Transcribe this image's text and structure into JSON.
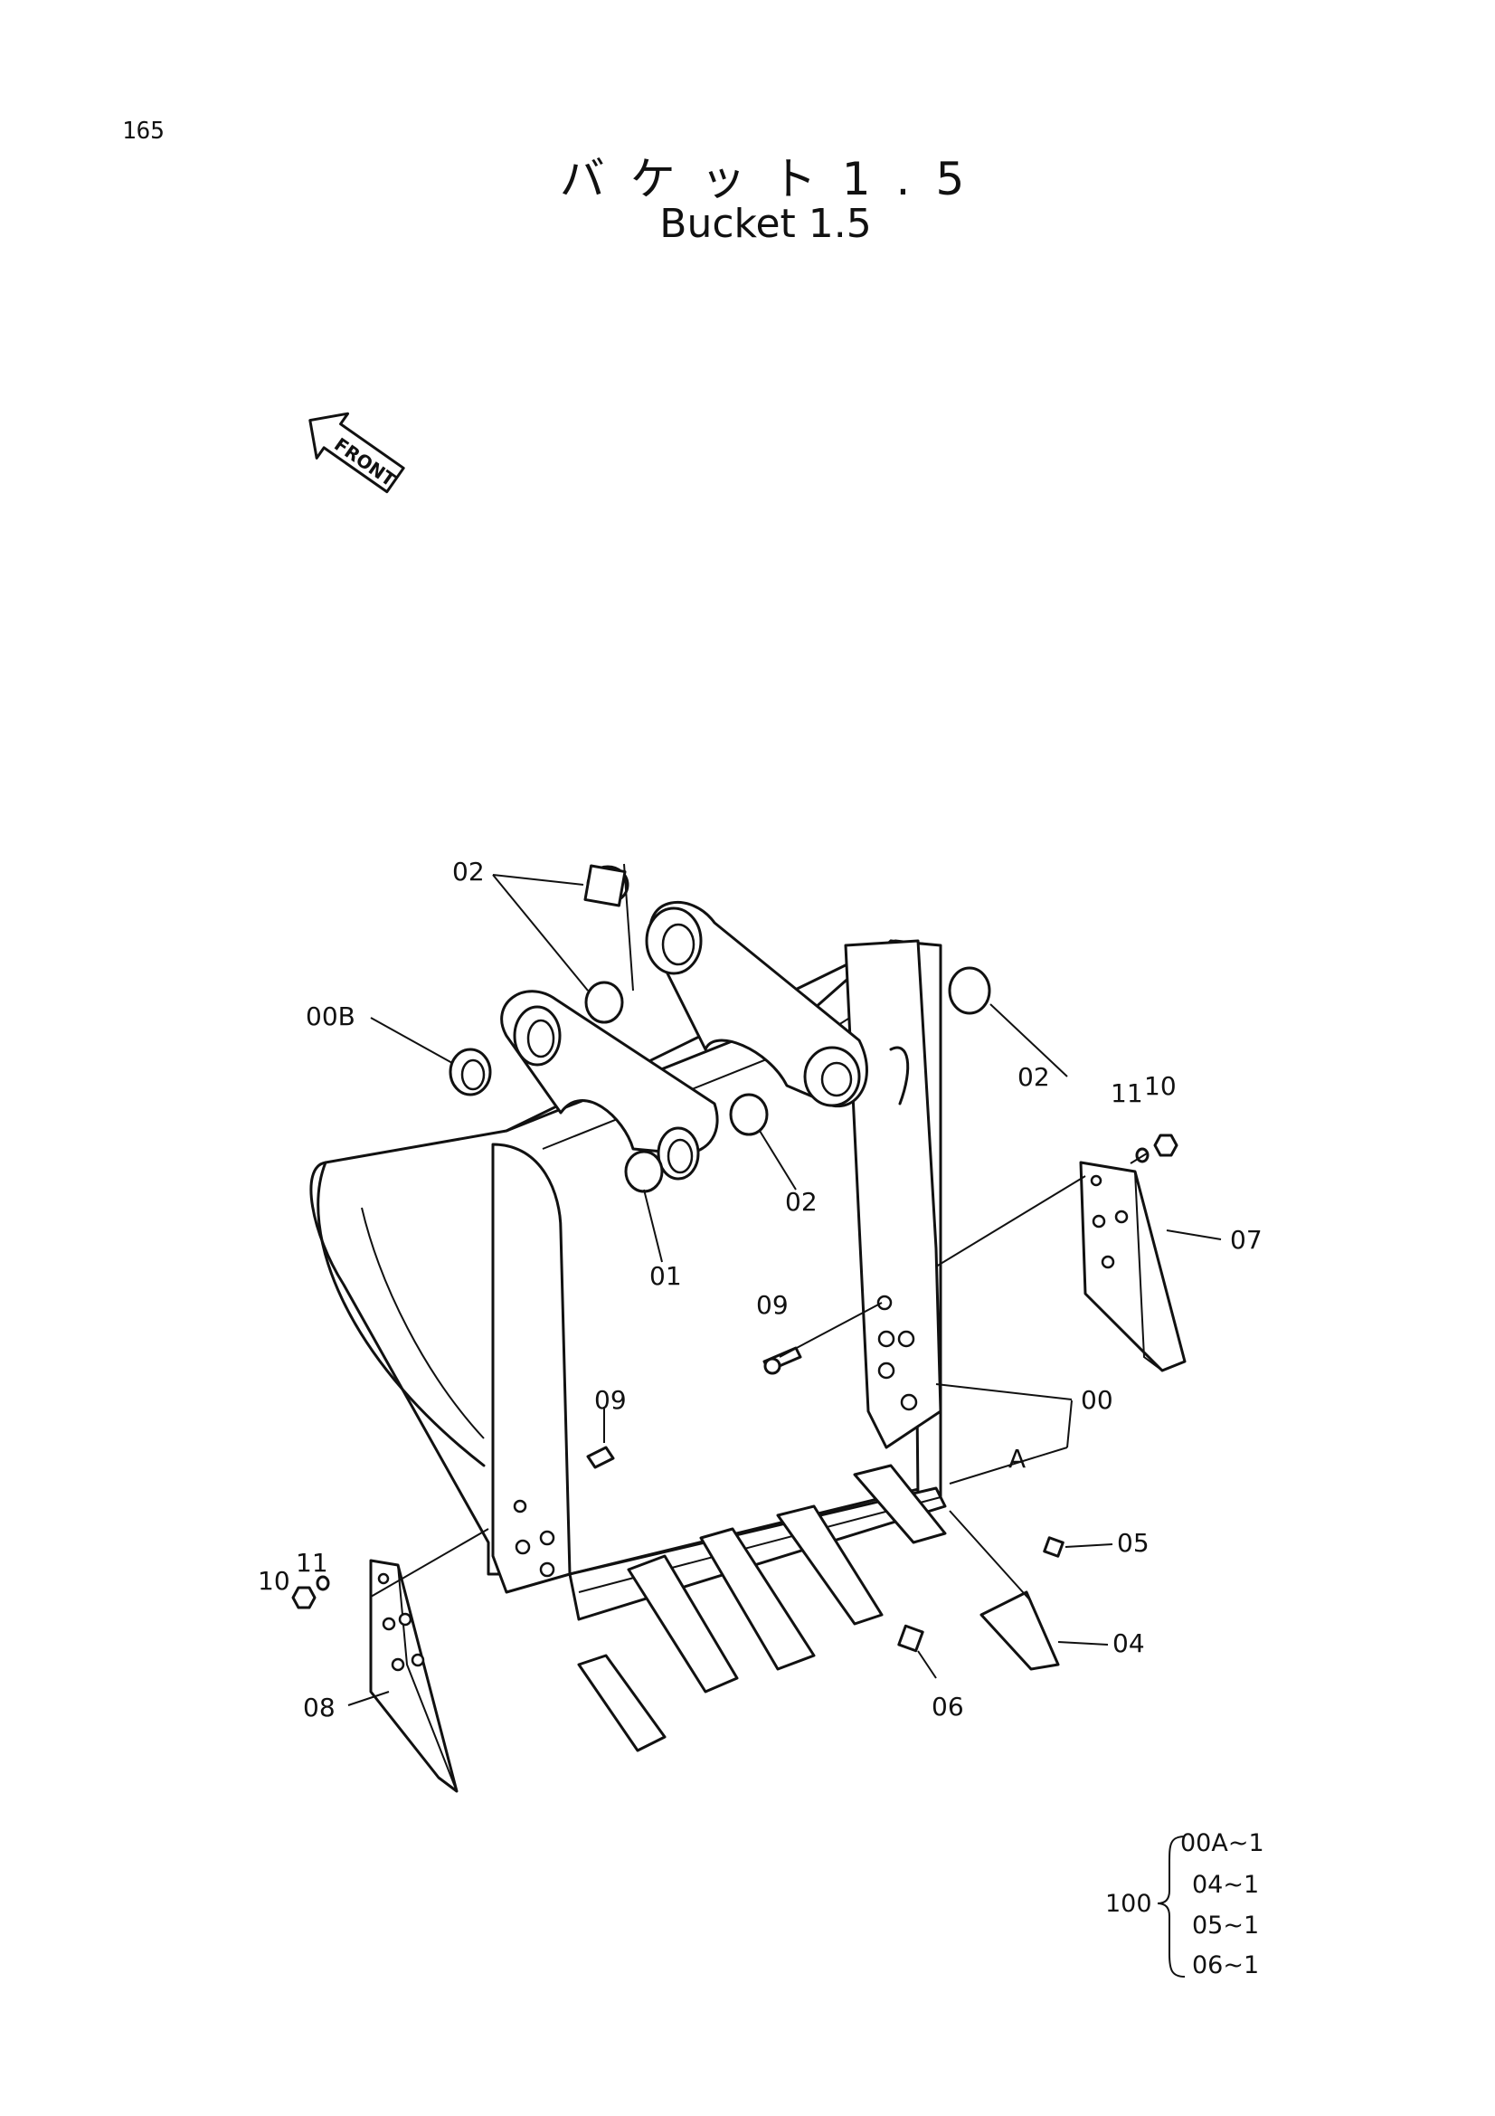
{
  "page_number": "165",
  "title_jp": "バケット1.5",
  "title_en": "Bucket 1.5",
  "front_arrow_label": "FRONT",
  "callouts": {
    "c02a": "02",
    "c02b": "02",
    "c02c": "02",
    "c00B": "00B",
    "c01": "01",
    "c09a": "09",
    "c09b": "09",
    "c11a": "11",
    "c10a": "10",
    "c07": "07",
    "c00": "00",
    "cA": "A",
    "c05": "05",
    "c04": "04",
    "c06": "06",
    "c11b": "11",
    "c10b": "10",
    "c08": "08"
  },
  "kit": {
    "parent": "100",
    "items": [
      "00A~1",
      "04~1",
      "05~1",
      "06~1"
    ]
  }
}
